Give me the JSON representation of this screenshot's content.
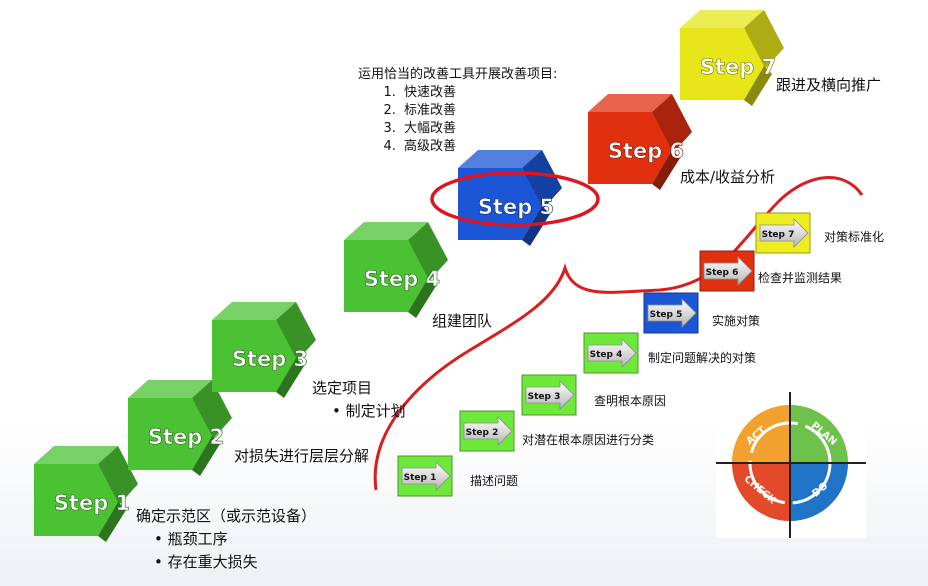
{
  "main_steps": [
    {
      "label": "Step 1",
      "color": "#4bc233",
      "dark": "#2f8f1e"
    },
    {
      "label": "Step 2",
      "color": "#4bc233",
      "dark": "#2f8f1e"
    },
    {
      "label": "Step 3",
      "color": "#4bc233",
      "dark": "#2f8f1e"
    },
    {
      "label": "Step 4",
      "color": "#4bc233",
      "dark": "#2f8f1e"
    },
    {
      "label": "Step 5",
      "color": "#1a56d6",
      "dark": "#0d338a"
    },
    {
      "label": "Step 6",
      "color": "#e03010",
      "dark": "#9a1c06"
    },
    {
      "label": "Step 7",
      "color": "#e6e619",
      "dark": "#a3a30d"
    }
  ],
  "descriptions": {
    "step1": "确定示范区（或示范设备）",
    "step1_bullets": [
      "瓶颈工序",
      "存在重大损失"
    ],
    "step2": "对损失进行层层分解",
    "step3": "选定项目",
    "step3_bullets": [
      "制定计划"
    ],
    "step4": "组建团队",
    "step5_title": "运用恰当的改善工具开展改善项目:",
    "step5_items": [
      "快速改善",
      "标准改善",
      "大幅改善",
      "高级改善"
    ],
    "step6": "成本/收益分析",
    "step7": "跟进及横向推广"
  },
  "sub_steps": [
    {
      "label": "Step 1",
      "desc": "描述问题",
      "color": "#6ee83a"
    },
    {
      "label": "Step 2",
      "desc": "对潜在根本原因进行分类",
      "color": "#6ee83a"
    },
    {
      "label": "Step 3",
      "desc": "查明根本原因",
      "color": "#6ee83a"
    },
    {
      "label": "Step 4",
      "desc": "制定问题解决的对策",
      "color": "#6ee83a"
    },
    {
      "label": "Step 5",
      "desc": "实施对策",
      "color": "#1a56d6"
    },
    {
      "label": "Step 6",
      "desc": "检查并监测结果",
      "color": "#e03010"
    },
    {
      "label": "Step 7",
      "desc": "对策标准化",
      "color": "#eded20"
    }
  ],
  "pdca": {
    "act": "ACT",
    "plan": "PLAN",
    "check": "CHECK",
    "do": "DO"
  },
  "colors": {
    "highlight": "#e0141e",
    "curve": "#d81e1e"
  }
}
